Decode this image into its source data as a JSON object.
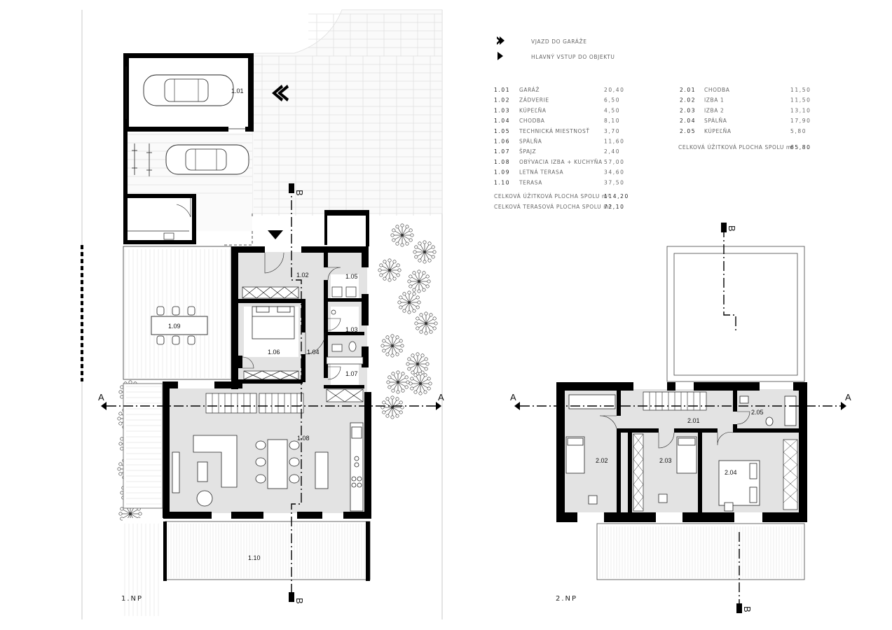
{
  "legend": [
    {
      "icon": "double-chevron-icon",
      "label": "VJAZD DO GARÁŽE"
    },
    {
      "icon": "single-chevron-icon",
      "label": "HLAVNÝ VSTUP DO OBJEKTU"
    }
  ],
  "table_1np": {
    "rows": [
      {
        "no": "1.01",
        "name": "GARÁŽ",
        "area": "20,40"
      },
      {
        "no": "1.02",
        "name": "ZÁDVERIE",
        "area": "6,50"
      },
      {
        "no": "1.03",
        "name": "KÚPEĽŇA",
        "area": "4,50"
      },
      {
        "no": "1.04",
        "name": "CHODBA",
        "area": "8,10"
      },
      {
        "no": "1.05",
        "name": "TECHNICKÁ MIESTNOSŤ",
        "area": "3,70"
      },
      {
        "no": "1.06",
        "name": "SPÁLŇA",
        "area": "11,60"
      },
      {
        "no": "1.07",
        "name": "ŠPAJZ",
        "area": "2,40"
      },
      {
        "no": "1.08",
        "name": "OBÝVACIA IZBA + KUCHYŇA",
        "area": "57,00"
      },
      {
        "no": "1.09",
        "name": "LETNÁ TERASA",
        "area": "34,60"
      },
      {
        "no": "1.10",
        "name": "TERASA",
        "area": "37,50"
      }
    ],
    "total_usable_label": "CELKOVÁ ÚŽITKOVÁ PLOCHA SPOLU m²",
    "total_usable_value": "114,20",
    "total_terrace_label": "CELKOVÁ TERASOVÁ PLOCHA SPOLU m²",
    "total_terrace_value": "72,10"
  },
  "table_2np": {
    "rows": [
      {
        "no": "2.01",
        "name": "CHODBA",
        "area": "11,50"
      },
      {
        "no": "2.02",
        "name": "IZBA 1",
        "area": "11,50"
      },
      {
        "no": "2.03",
        "name": "IZBA 2",
        "area": "13,10"
      },
      {
        "no": "2.04",
        "name": "SPÁLŇA",
        "area": "17,90"
      },
      {
        "no": "2.05",
        "name": "KÚPEĽŇA",
        "area": "5,80"
      }
    ],
    "total_usable_label": "CELKOVÁ ÚŽITKOVÁ PLOCHA SPOLU m²",
    "total_usable_value": "65,80"
  },
  "plan_1np": {
    "title": "1.NP",
    "rooms": {
      "r101": "1.01",
      "r102": "1.02",
      "r103": "1.03",
      "r104": "1.04",
      "r105": "1.05",
      "r106": "1.06",
      "r107": "1.07",
      "r108": "1.08",
      "r109": "1.09",
      "r110": "1.10"
    }
  },
  "plan_2np": {
    "title": "2.NP",
    "rooms": {
      "r201": "2.01",
      "r202": "2.02",
      "r203": "2.03",
      "r204": "2.04",
      "r205": "2.05"
    }
  },
  "section_marks": {
    "a": "A",
    "b": "B"
  },
  "colors": {
    "wall": "#000000",
    "floor_fill": "#e3e3e3",
    "paving_line": "#e0e0e0",
    "text": "#222222"
  }
}
